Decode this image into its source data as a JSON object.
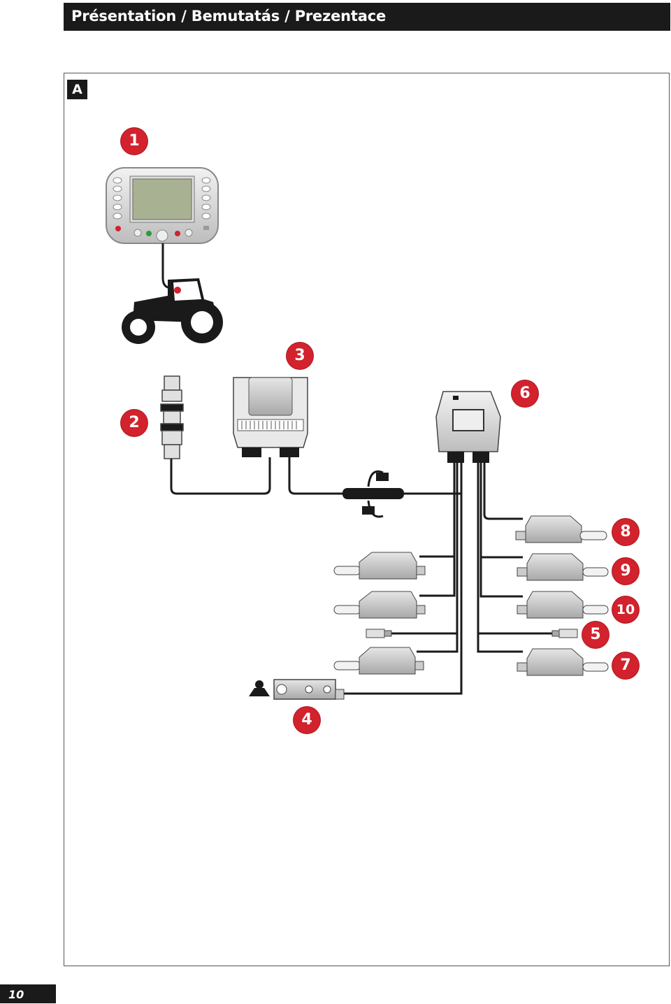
{
  "header": {
    "title": "Présentation / Bemutatás / Prezentace"
  },
  "figure": {
    "label": "A"
  },
  "callouts": {
    "c1": "1",
    "c2": "2",
    "c3": "3",
    "c4": "4",
    "c5": "5",
    "c6": "6",
    "c7": "7",
    "c8": "8",
    "c9": "9",
    "c10": "10"
  },
  "footer": {
    "page_number": "10"
  },
  "colors": {
    "accent": "#d2222d",
    "dark": "#1a1a1a",
    "screen": "#a9b193",
    "part": "#c8c8c8"
  }
}
